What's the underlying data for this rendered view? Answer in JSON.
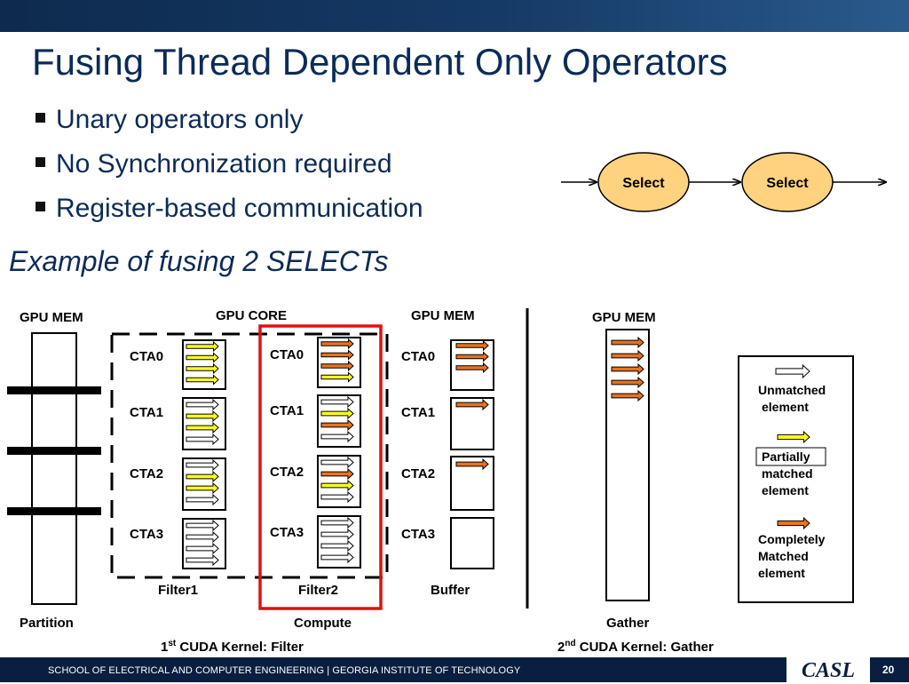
{
  "slide": {
    "title": "Fusing Thread Dependent Only Operators",
    "bullets": [
      "Unary operators only",
      "No Synchronization required",
      "Register-based communication"
    ],
    "subtitle": "Example of fusing 2 SELECTs",
    "page_number": "20"
  },
  "pipeline": {
    "nodes": [
      "Select",
      "Select"
    ],
    "node_fill": "#ffd27f"
  },
  "diagram": {
    "gpu_mem_label": "GPU MEM",
    "gpu_core_label": "GPU CORE",
    "cta_labels": [
      "CTA0",
      "CTA1",
      "CTA2",
      "CTA3"
    ],
    "filter1_label": "Filter1",
    "filter2_label": "Filter2",
    "buffer_label": "Buffer",
    "partition_label": "Partition",
    "compute_label": "Compute",
    "gather_label": "Gather",
    "kernel1": {
      "prefix": "1",
      "sup": "st",
      "suffix": " CUDA Kernel: Filter"
    },
    "kernel2": {
      "prefix": "2",
      "sup": "nd",
      "suffix": " CUDA Kernel: Gather"
    },
    "highlight_color": "#e01010",
    "legend": {
      "unmatched": [
        "Unmatched",
        "element"
      ],
      "partial": [
        "Partially",
        "matched",
        "element"
      ],
      "complete": [
        "Completely",
        "Matched",
        "element"
      ]
    },
    "colors": {
      "yellow": "#ffff22",
      "orange": "#e8731f",
      "white": "#ffffff"
    }
  },
  "footer": {
    "text": "SCHOOL OF ELECTRICAL AND COMPUTER ENGINEERING | GEORGIA INSTITUTE OF TECHNOLOGY",
    "logo": "CASL"
  }
}
